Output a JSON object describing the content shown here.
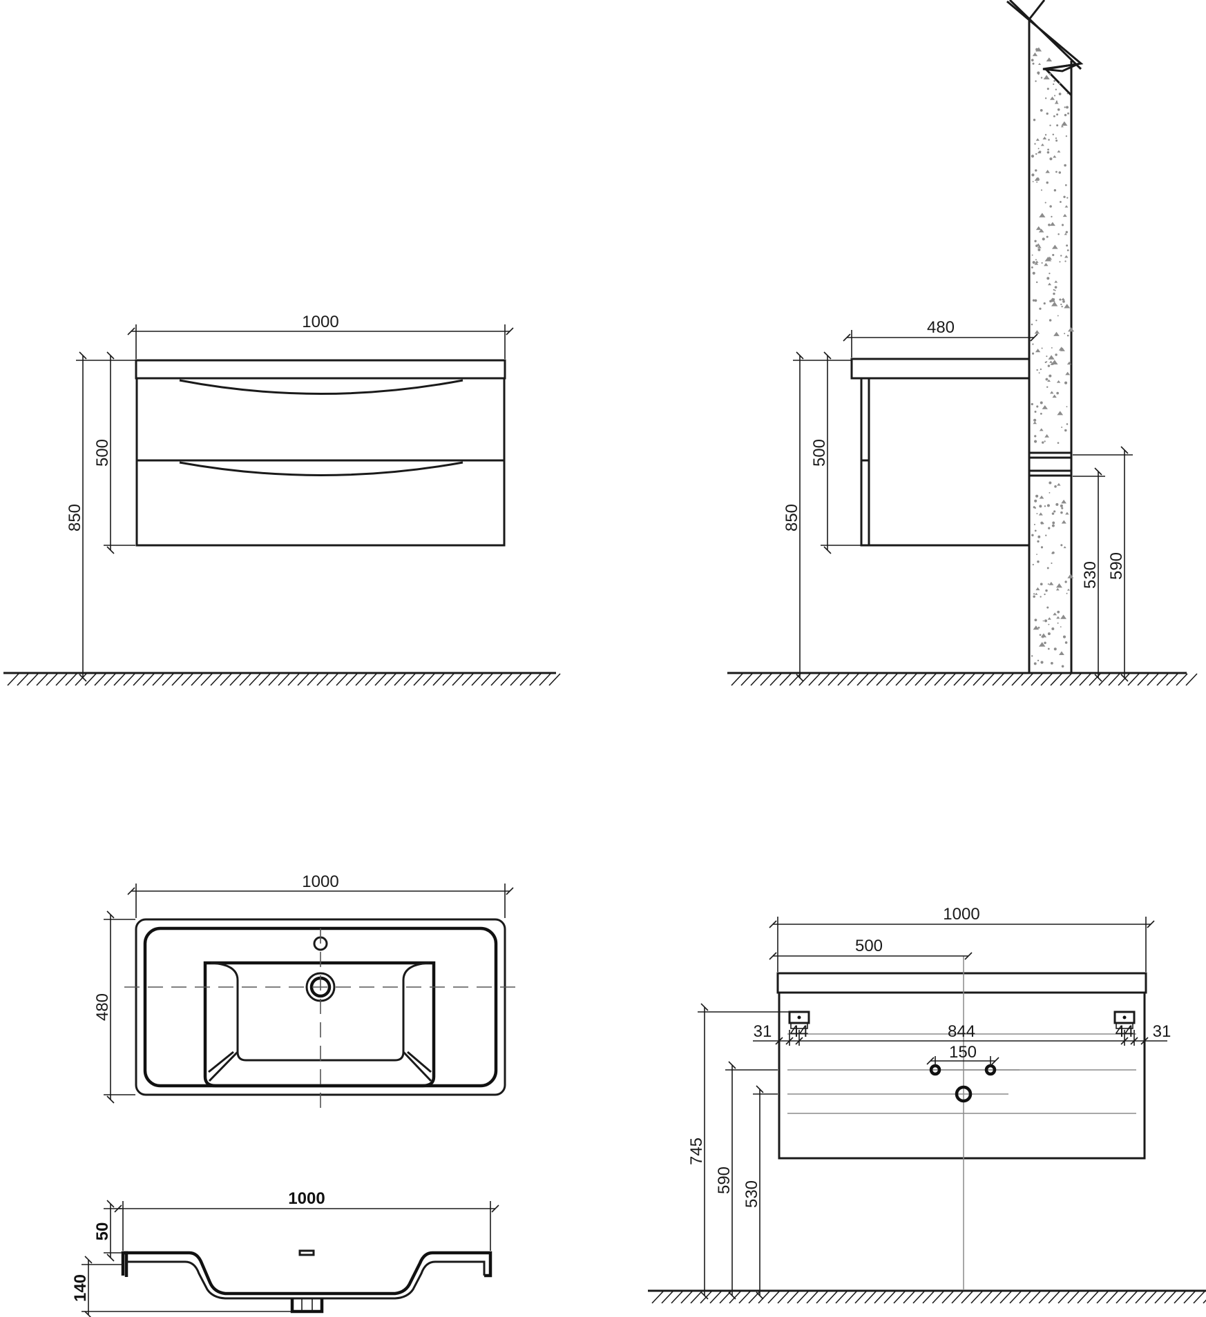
{
  "front_view": {
    "width": "1000",
    "drawer_height": "500",
    "total_height": "850"
  },
  "side_view": {
    "depth": "480",
    "drawer_height": "500",
    "total_height": "850",
    "pipe_low": "530",
    "pipe_high": "590"
  },
  "basin_top_view": {
    "width": "1000",
    "depth": "480"
  },
  "basin_section": {
    "width": "1000",
    "rim_height": "50",
    "bowl_depth": "140"
  },
  "back_view": {
    "width": "1000",
    "half_width": "500",
    "left_edge": "31",
    "left_bracket": "44",
    "bracket_spacing": "844",
    "right_bracket": "44",
    "right_edge": "31",
    "tap_spacing": "150",
    "bracket_height": "745",
    "pipe_high": "590",
    "pipe_low": "530"
  },
  "colors": {
    "line": "#1a1a1a",
    "wall_speckle": "#8c8c8c",
    "center_line": "#8a8a8a"
  }
}
